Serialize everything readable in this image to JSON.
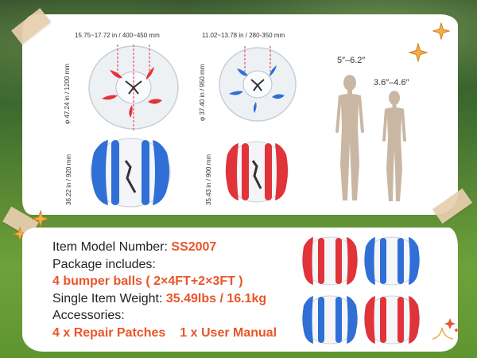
{
  "dimensions": {
    "large_width": "15.75~17.72 in / 400~450 mm",
    "small_width": "11.02~13.78 in / 280-350 mm",
    "large_diameter": "φ 47.24 in / 1200 mm",
    "small_diameter": "φ 37.40 in / 950 mm",
    "large_height": "36.22 in / 920 mm",
    "small_height": "35.43 in / 900 mm"
  },
  "heights": {
    "adult": "5″–6.2″",
    "child": "3.6″–4.6″"
  },
  "info": {
    "model_label": "Item Model Number: ",
    "model_value": "SS2007",
    "package_label": "Package includes:",
    "package_value": "4 bumper balls ( 2×4FT+2×3FT )",
    "weight_label": "Single Item Weight: ",
    "weight_value": "35.49lbs / 16.1kg",
    "accessories_label": "Accessories:",
    "accessory_1": "4 x Repair Patches",
    "accessory_2": "1 x User Manual"
  },
  "colors": {
    "accent": "#e8562a",
    "red_ball": "#e0333a",
    "blue_ball": "#2f6fd6",
    "silhouette": "#c9b7a4"
  }
}
